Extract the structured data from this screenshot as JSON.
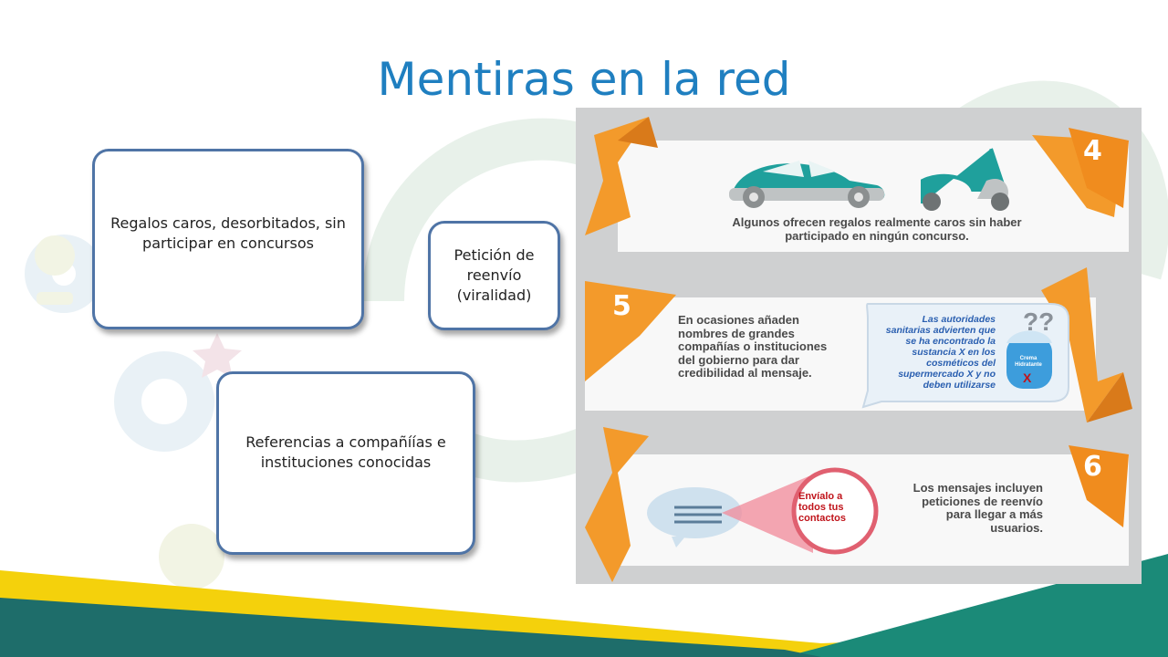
{
  "slide": {
    "title": "Mentiras en la red",
    "boxes": {
      "regalos": "Regalos caros, desorbitados, sin participar en concursos",
      "peticion": "Petición de reenvío (viralidad)",
      "referencias": "Referencias  a compañíías e instituciones conocidas"
    }
  },
  "infographic": {
    "steps": [
      {
        "number": "4",
        "text": "Algunos ofrecen regalos realmente caros sin haber participado en ningún concurso."
      },
      {
        "number": "5",
        "text": "En ocasiones añaden nombres de grandes compañías o instituciones del gobierno para dar credibilidad al mensaje."
      },
      {
        "number": "6",
        "text": "Los mensajes incluyen peticiones de reenvío para llegar a más usuarios."
      }
    ],
    "bubble_text": "Las autoridades sanitarias advierten que se ha encontrado la sustancia X en los cosméticos del supermercado X y no deben utilizarse",
    "product_label": "Crema Hidratante",
    "product_mark": "X",
    "question_marks": "??",
    "red_circle_text": "Envíalo a todos tus contactos"
  },
  "colors": {
    "title": "#1f7fc0",
    "box_border": "#4f74a6",
    "orange": "#f39a2b",
    "teal": "#1a9c99",
    "yellow": "#f4d10c",
    "green": "#1e7f6e"
  }
}
